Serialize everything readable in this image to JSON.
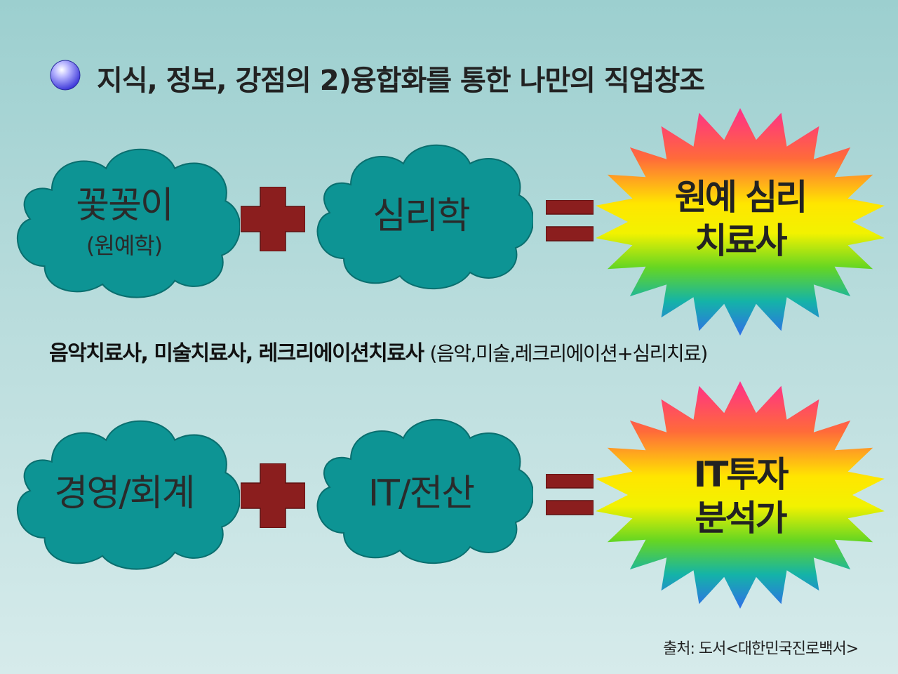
{
  "title": "지식, 정보, 강점의 2)융합화를 통한 나만의 직업창조",
  "row1": {
    "cloud_a_main": "꽃꽂이",
    "cloud_a_sub": "(원예학)",
    "cloud_b": "심리학",
    "result_line1": "원예 심리",
    "result_line2": "치료사"
  },
  "middle_text_bold": "음악치료사, 미술치료사, 레크리에이션치료사",
  "middle_text_paren": "(음악,미술,레크리에이션+심리치료)",
  "row2": {
    "cloud_a_main": "경영/회계",
    "cloud_b": "IT/전산",
    "result_line1": "IT투자",
    "result_line2": "분석가"
  },
  "source": "출처: 도서<대한민국진로백서>",
  "colors": {
    "cloud_fill": "#0d9494",
    "cloud_stroke": "#0a6f6f",
    "plus_fill": "#8b1e1e",
    "equals_fill": "#8b1e1e"
  }
}
